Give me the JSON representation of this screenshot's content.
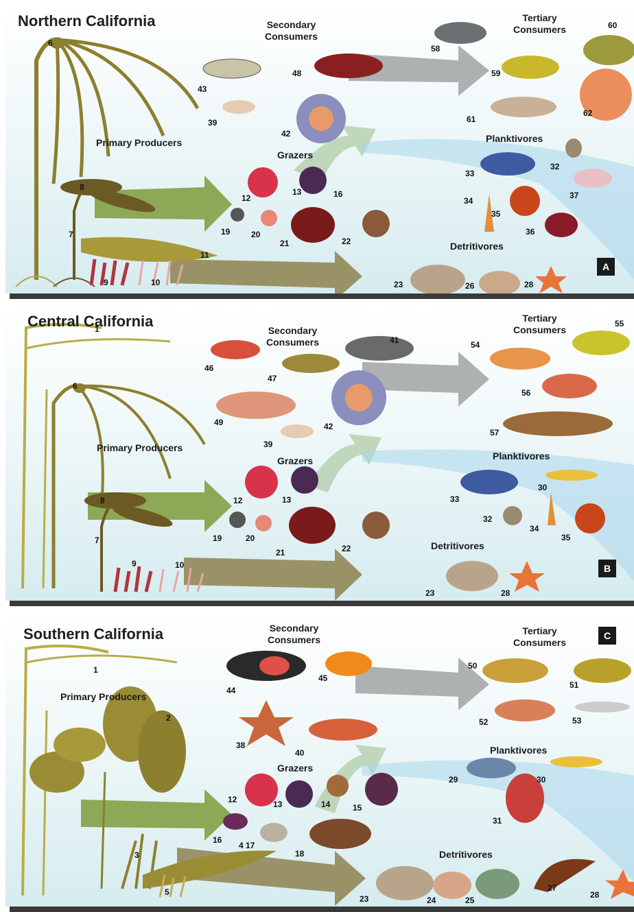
{
  "colors": {
    "kelp": "#8c7f2e",
    "kelp_light": "#b9ad45",
    "kelp_dark": "#6b5a23",
    "coral_red": "#b5323f",
    "coral_pink": "#e8a4a8",
    "arrow_green": "#7e9b3a",
    "arrow_gray": "#8f9192",
    "arrow_brown": "#8a7a45",
    "plankton_blue": "#a9d6ec",
    "urchin_red": "#d8334a",
    "urchin_purple": "#4a2a55",
    "badge": "#1a1a1a"
  },
  "panels": [
    {
      "id": "A",
      "title": "Northern California",
      "badge": "A",
      "labels": {
        "secondary_1": "Secondary",
        "secondary_2": "Consumers",
        "tertiary_1": "Tertiary",
        "tertiary_2": "Consumers",
        "primary": "Primary Producers",
        "grazers": "Grazers",
        "planktivores": "Planktivores",
        "detritivores": "Detritivores"
      },
      "numbers": [
        "6",
        "8",
        "7",
        "9",
        "10",
        "11",
        "43",
        "39",
        "48",
        "42",
        "12",
        "13",
        "16",
        "19",
        "20",
        "21",
        "22",
        "58",
        "59",
        "60",
        "61",
        "62",
        "33",
        "32",
        "34",
        "35",
        "36",
        "37",
        "23",
        "26",
        "28"
      ]
    },
    {
      "id": "B",
      "title": "Central California",
      "badge": "B",
      "labels": {
        "secondary_1": "Secondary",
        "secondary_2": "Consumers",
        "tertiary_1": "Tertiary",
        "tertiary_2": "Consumers",
        "primary": "Primary Producers",
        "grazers": "Grazers",
        "planktivores": "Planktivores",
        "detritivores": "Detritivores"
      },
      "numbers": [
        "1",
        "6",
        "8",
        "7",
        "9",
        "10",
        "46",
        "47",
        "41",
        "49",
        "42",
        "39",
        "12",
        "13",
        "19",
        "20",
        "21",
        "22",
        "54",
        "55",
        "56",
        "57",
        "33",
        "30",
        "32",
        "34",
        "35",
        "23",
        "28"
      ]
    },
    {
      "id": "C",
      "title": "Southern California",
      "badge": "C",
      "labels": {
        "secondary_1": "Secondary",
        "secondary_2": "Consumers",
        "tertiary_1": "Tertiary",
        "tertiary_2": "Consumers",
        "primary": "Primary Producers",
        "grazers": "Grazers",
        "planktivores": "Planktivores",
        "detritivores": "Detritivores"
      },
      "numbers": [
        "1",
        "2",
        "3",
        "4",
        "5",
        "44",
        "45",
        "38",
        "40",
        "12",
        "13",
        "14",
        "15",
        "16",
        "17",
        "18",
        "50",
        "51",
        "52",
        "53",
        "29",
        "30",
        "31",
        "23",
        "24",
        "25",
        "27",
        "28"
      ]
    }
  ]
}
